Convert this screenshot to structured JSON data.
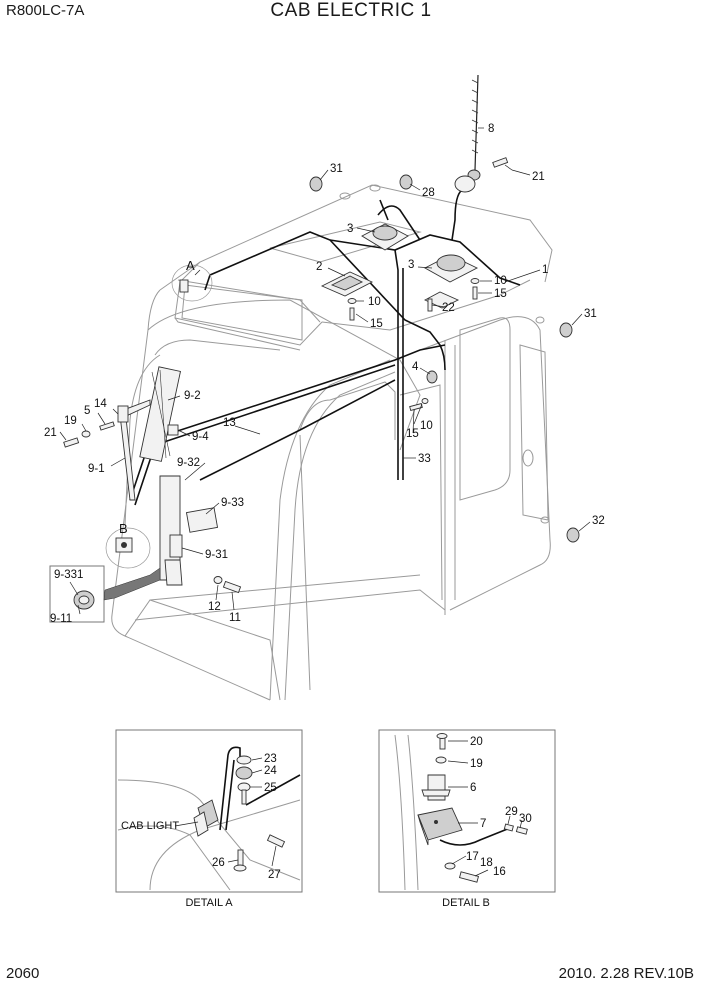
{
  "header": {
    "model": "R800LC-7A",
    "title": "CAB ELECTRIC 1"
  },
  "footer": {
    "page_number": "2060",
    "revision": "2010. 2.28  REV.10B"
  },
  "callouts": {
    "c1": "1",
    "c2": "2",
    "c3a": "3",
    "c3b": "3",
    "c4": "4",
    "c5": "5",
    "c8": "8",
    "c10a": "10",
    "c10b": "10",
    "c10c": "10",
    "c11": "11",
    "c12": "12",
    "c13": "13",
    "c14": "14",
    "c15a": "15",
    "c15b": "15",
    "c15c": "15",
    "c19": "19",
    "c21a": "21",
    "c21b": "21",
    "c22": "22",
    "c28": "28",
    "c31a": "31",
    "c31b": "31",
    "c32": "32",
    "c33": "33",
    "c9_1": "9-1",
    "c9_2": "9-2",
    "c9_4": "9-4",
    "c9_11": "9-11",
    "c9_31": "9-31",
    "c9_32": "9-32",
    "c9_33": "9-33",
    "c9_331": "9-331",
    "detailA_marker": "A",
    "detailB_marker": "B"
  },
  "detail_a": {
    "caption": "DETAIL A",
    "cab_light_label": "CAB LIGHT",
    "c23": "23",
    "c24": "24",
    "c25": "25",
    "c26": "26",
    "c27": "27"
  },
  "detail_b": {
    "caption": "DETAIL B",
    "c6": "6",
    "c7": "7",
    "c16": "16",
    "c17": "17",
    "c18": "18",
    "c19": "19",
    "c20": "20",
    "c29": "29",
    "c30": "30"
  }
}
